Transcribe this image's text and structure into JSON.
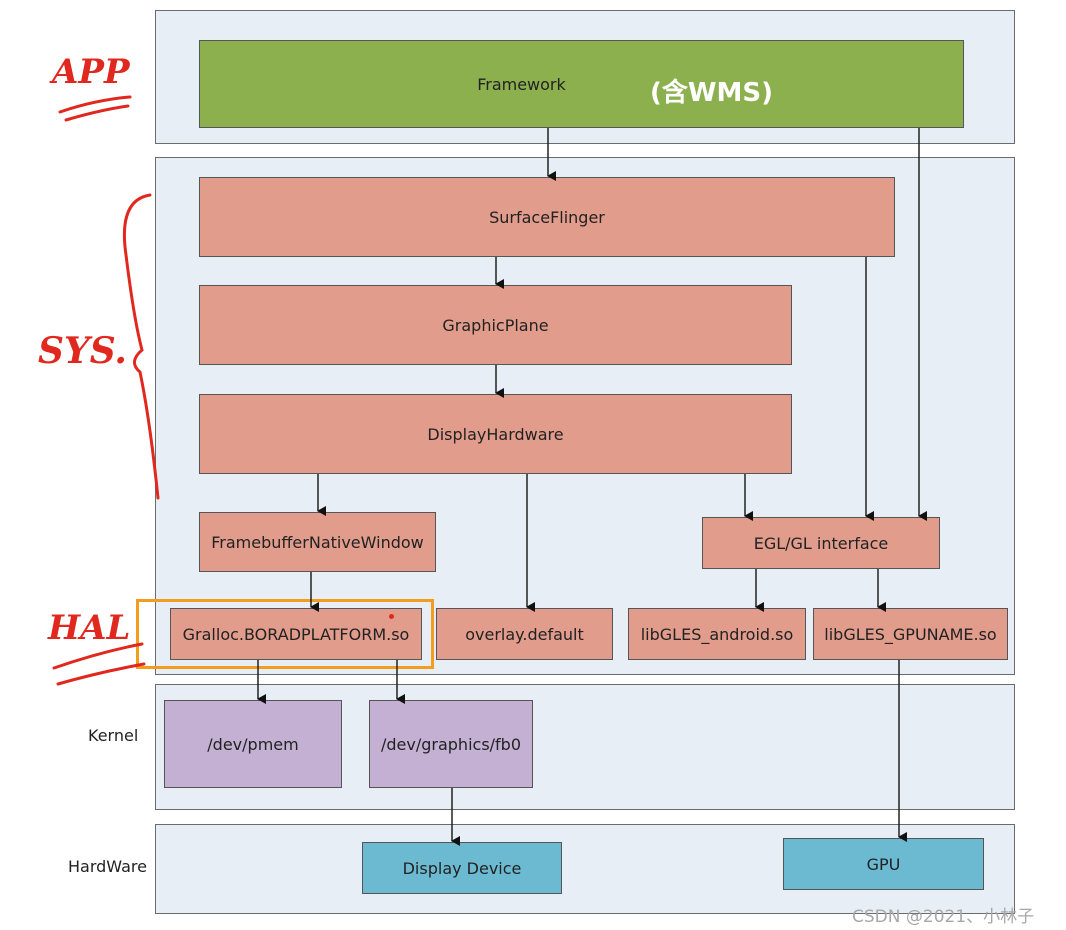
{
  "framework": {
    "label": "Framework",
    "note": "(含WMS)"
  },
  "system": {
    "surfaceflinger": "SurfaceFlinger",
    "graphicplane": "GraphicPlane",
    "displayhardware": "DisplayHardware",
    "framebuffer_native_window": "FramebufferNativeWindow",
    "egl_gl_interface": "EGL/GL interface"
  },
  "hal": {
    "gralloc": "Gralloc.BORADPLATFORM.so",
    "overlay": "overlay.default",
    "libgles_android": "libGLES_android.so",
    "libgles_gpuname": "libGLES_GPUNAME.so"
  },
  "kernel": {
    "label": "Kernel",
    "pmem": "/dev/pmem",
    "fb0": "/dev/graphics/fb0"
  },
  "hardware": {
    "label": "HardWare",
    "display_device": "Display Device",
    "gpu": "GPU"
  },
  "annotations": {
    "app": "APP",
    "sys": "SYS.",
    "hal": "HAL"
  },
  "watermark": "CSDN @2021、小林子",
  "colors": {
    "framework": "#8db04f",
    "system": "#e19c8c",
    "kernel": "#c3b0d2",
    "hardware": "#6cbad2",
    "highlight": "#f39c1e",
    "handwriting": "#e0281e"
  }
}
